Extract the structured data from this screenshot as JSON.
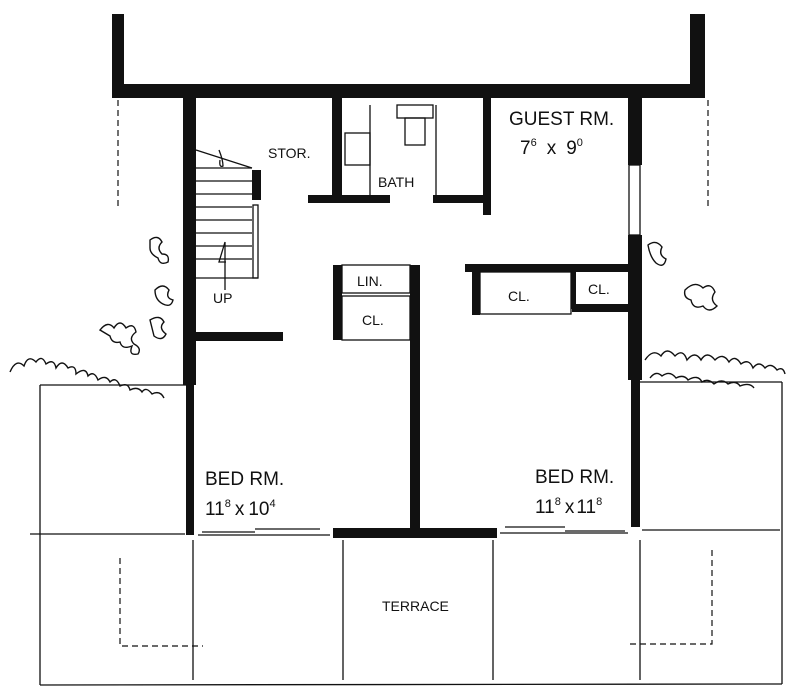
{
  "plan": {
    "stor_label": "STOR.",
    "bath_label": "BATH",
    "up_label": "UP",
    "lin_label": "LIN.",
    "closet_label_1": "CL.",
    "closet_label_2": "CL.",
    "closet_label_3": "CL.",
    "terrace_label": "TERRACE",
    "guest": {
      "label": "GUEST RM.",
      "w": "7",
      "w_sup": "6",
      "x": "x",
      "h": "9",
      "h_sup": "0"
    },
    "bed_left": {
      "label": "BED RM.",
      "w": "11",
      "w_sup": "8",
      "x": "x",
      "h": "10",
      "h_sup": "4"
    },
    "bed_right": {
      "label": "BED RM.",
      "w": "11",
      "w_sup": "8",
      "x": "x",
      "h": "11",
      "h_sup": "8"
    }
  }
}
